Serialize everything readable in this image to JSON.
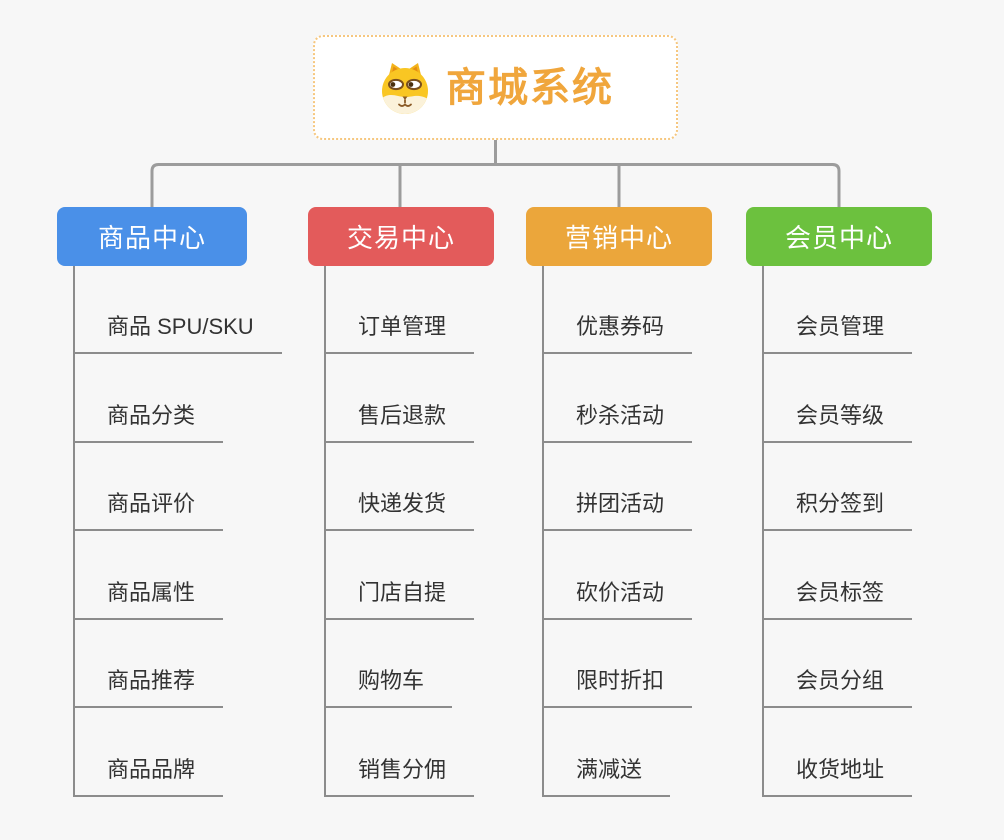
{
  "root": {
    "title": "商城系统",
    "icon": "dog-mascot-icon"
  },
  "branches": [
    {
      "label": "商品中心",
      "color": "#4A90E8",
      "items": [
        "商品 SPU/SKU",
        "商品分类",
        "商品评价",
        "商品属性",
        "商品推荐",
        "商品品牌"
      ]
    },
    {
      "label": "交易中心",
      "color": "#E35B5B",
      "items": [
        "订单管理",
        "售后退款",
        "快递发货",
        "门店自提",
        "购物车",
        "销售分佣"
      ]
    },
    {
      "label": "营销中心",
      "color": "#EBA63B",
      "items": [
        "优惠券码",
        "秒杀活动",
        "拼团活动",
        "砍价活动",
        "限时折扣",
        "满减送"
      ]
    },
    {
      "label": "会员中心",
      "color": "#6CC13E",
      "items": [
        "会员管理",
        "会员等级",
        "积分签到",
        "会员标签",
        "会员分组",
        "收货地址"
      ]
    }
  ],
  "colors": {
    "background": "#F7F7F7",
    "connector_line": "#9C9C9C",
    "branch_line": "#8C8C8C",
    "item_text": "#333333",
    "root_title": "#F0A63C",
    "root_border": "#F6C77F",
    "header_text": "#FFFFFF"
  }
}
